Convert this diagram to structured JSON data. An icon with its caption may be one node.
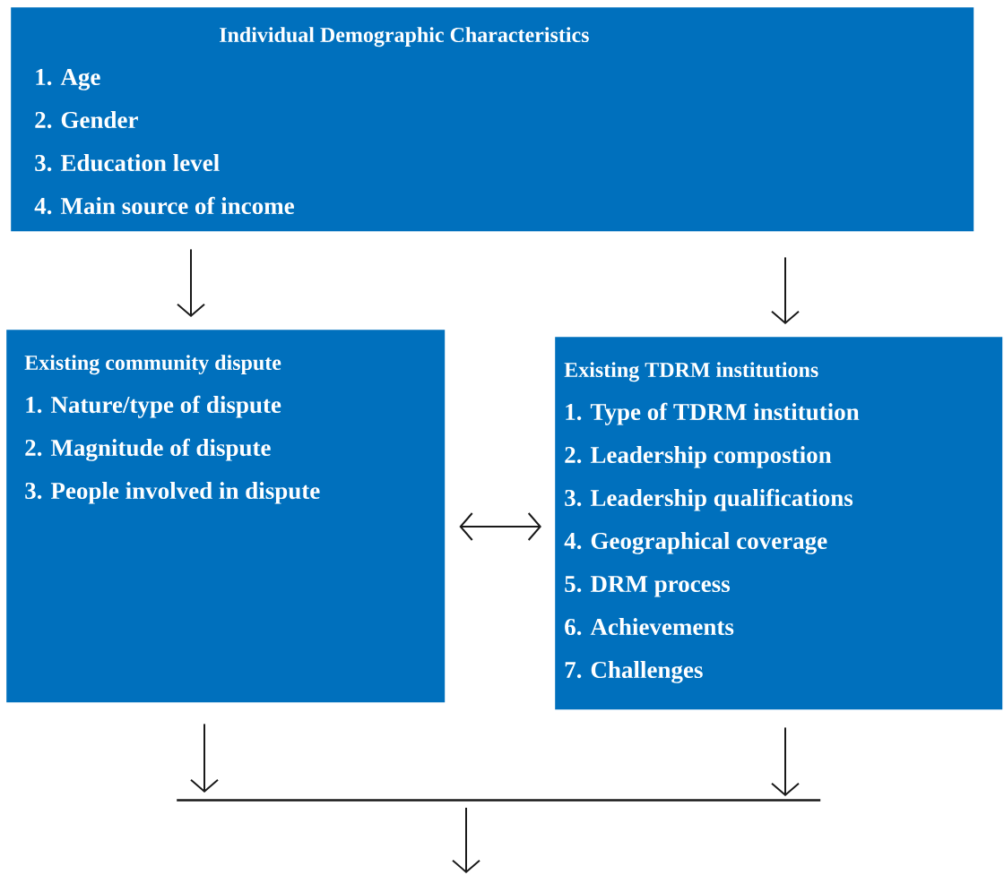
{
  "diagram": {
    "nodes": [
      {
        "text": [
          "Individual Demographic Characteristics",
          "1. Age",
          "2. Gender",
          "3. Education level",
          "4. Main source of income"
        ]
      },
      {
        "text": [
          "Existing community dispute",
          "1. Nature/type of dispute",
          "2. Magnitude of dispute",
          "3. People involved in dispute"
        ]
      },
      {
        "text": [
          "Existing TDRM institutions",
          "1. Type of TDRM institution",
          "2. Leadership compostion",
          "3. Leadership qualifications",
          "4. Geographical coverage",
          "5. DRM process",
          "6. Achievements",
          "7. Challenges"
        ]
      },
      {
        "text": [],
        "shape": "bar"
      }
    ],
    "edges": [
      {
        "from": 0,
        "to": 1,
        "arrow": "to"
      },
      {
        "from": 0,
        "to": 2,
        "arrow": "to"
      },
      {
        "from": 1,
        "to": 2,
        "arrow": "both"
      },
      {
        "from": 1,
        "to": 3,
        "arrow": "to"
      },
      {
        "from": 2,
        "to": 3,
        "arrow": "to"
      },
      {
        "from": 3,
        "to": null,
        "arrow": "to"
      }
    ]
  }
}
